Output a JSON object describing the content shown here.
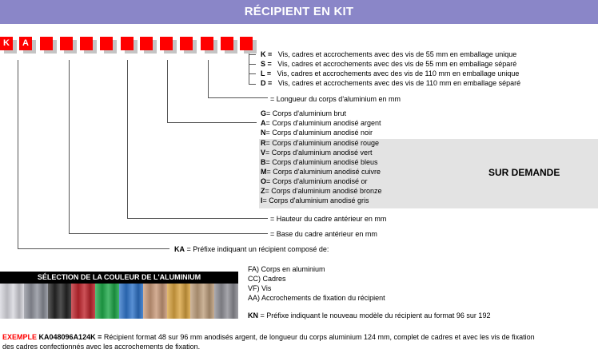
{
  "header": {
    "title": "RÉCIPIENT EN KIT"
  },
  "code_boxes": [
    "K",
    "A",
    "",
    "",
    "",
    "",
    "",
    "",
    "",
    "",
    "",
    "",
    ""
  ],
  "mounting_options": [
    {
      "code": "K =",
      "text": "Vis, cadres et accrochements avec des vis de 55 mm en emballage unique"
    },
    {
      "code": "S =",
      "text": "Vis, cadres et accrochements avec des vis de 55 mm en emballage séparé"
    },
    {
      "code": "L =",
      "text": "Vis, cadres et accrochements avec des vis de 110 mm en emballage unique"
    },
    {
      "code": "D =",
      "text": "Vis, cadres et accrochements avec des vis de 110 mm en emballage séparé"
    }
  ],
  "length_note": "= Longueur du corps d'aluminium en mm",
  "finishes_standard": [
    {
      "code": "G",
      "text": "= Corps d'aluminium brut"
    },
    {
      "code": "A",
      "text": "= Corps d'aluminium anodisé argent"
    },
    {
      "code": "N",
      "text": "= Corps d'aluminium anodisé noir"
    }
  ],
  "finishes_on_demand": [
    {
      "code": "R",
      "text": "= Corps d'aluminium anodisé rouge"
    },
    {
      "code": "V",
      "text": "= Corps d'aluminium anodisé vert"
    },
    {
      "code": "B",
      "text": "= Corps d'aluminium anodisé bleus"
    },
    {
      "code": "M",
      "text": "= Corps d'aluminium anodisé cuivre"
    },
    {
      "code": "O",
      "text": "= Corps d'aluminium anodisé or"
    },
    {
      "code": "Z",
      "text": "= Corps d'aluminium anodisé bronze"
    },
    {
      "code": "I",
      "text": "= Corps d'aluminium anodisé gris"
    }
  ],
  "on_demand_label": "SUR DEMANDE",
  "height_note": "= Hauteur du cadre antérieur en mm",
  "base_note": "= Base du cadre antérieur en mm",
  "prefix_ka": {
    "code": "KA",
    "text": "= Préfixe indiquant un récipient composé de:"
  },
  "swatch_title": "SÉLECTION DE LA COULEUR DE L'ALUMINIUM",
  "swatch_colors": [
    "#d7d7de",
    "#8e919b",
    "#262626",
    "#c0262e",
    "#1fa94a",
    "#2f74c9",
    "#c99a7a",
    "#d9a441",
    "#bfa07e",
    "#8f8f96"
  ],
  "components": [
    "FA) Corps en aluminium",
    "CC) Cadres",
    "VF) Vis",
    "AA) Accrochements de fixation du récipient"
  ],
  "prefix_kn": {
    "code": "KN",
    "text": "= Préfixe indiquant le nouveau modèle du récipient au format 96 sur 192"
  },
  "example": {
    "label": "EXEMPLE",
    "code": "KA048096A124K =",
    "line1": "Récipient format 48 sur 96 mm anodisés argent, de longueur du corps aluminium 124 mm, complet de cadres et avec les vis de fixation",
    "line2": "des cadres confectionnés avec les accrochements de fixation."
  },
  "colors": {
    "header_bg": "#8a86c8",
    "box_red": "#ff0000",
    "example_red": "#ff0000",
    "on_demand_bg": "#e3e3e3"
  }
}
